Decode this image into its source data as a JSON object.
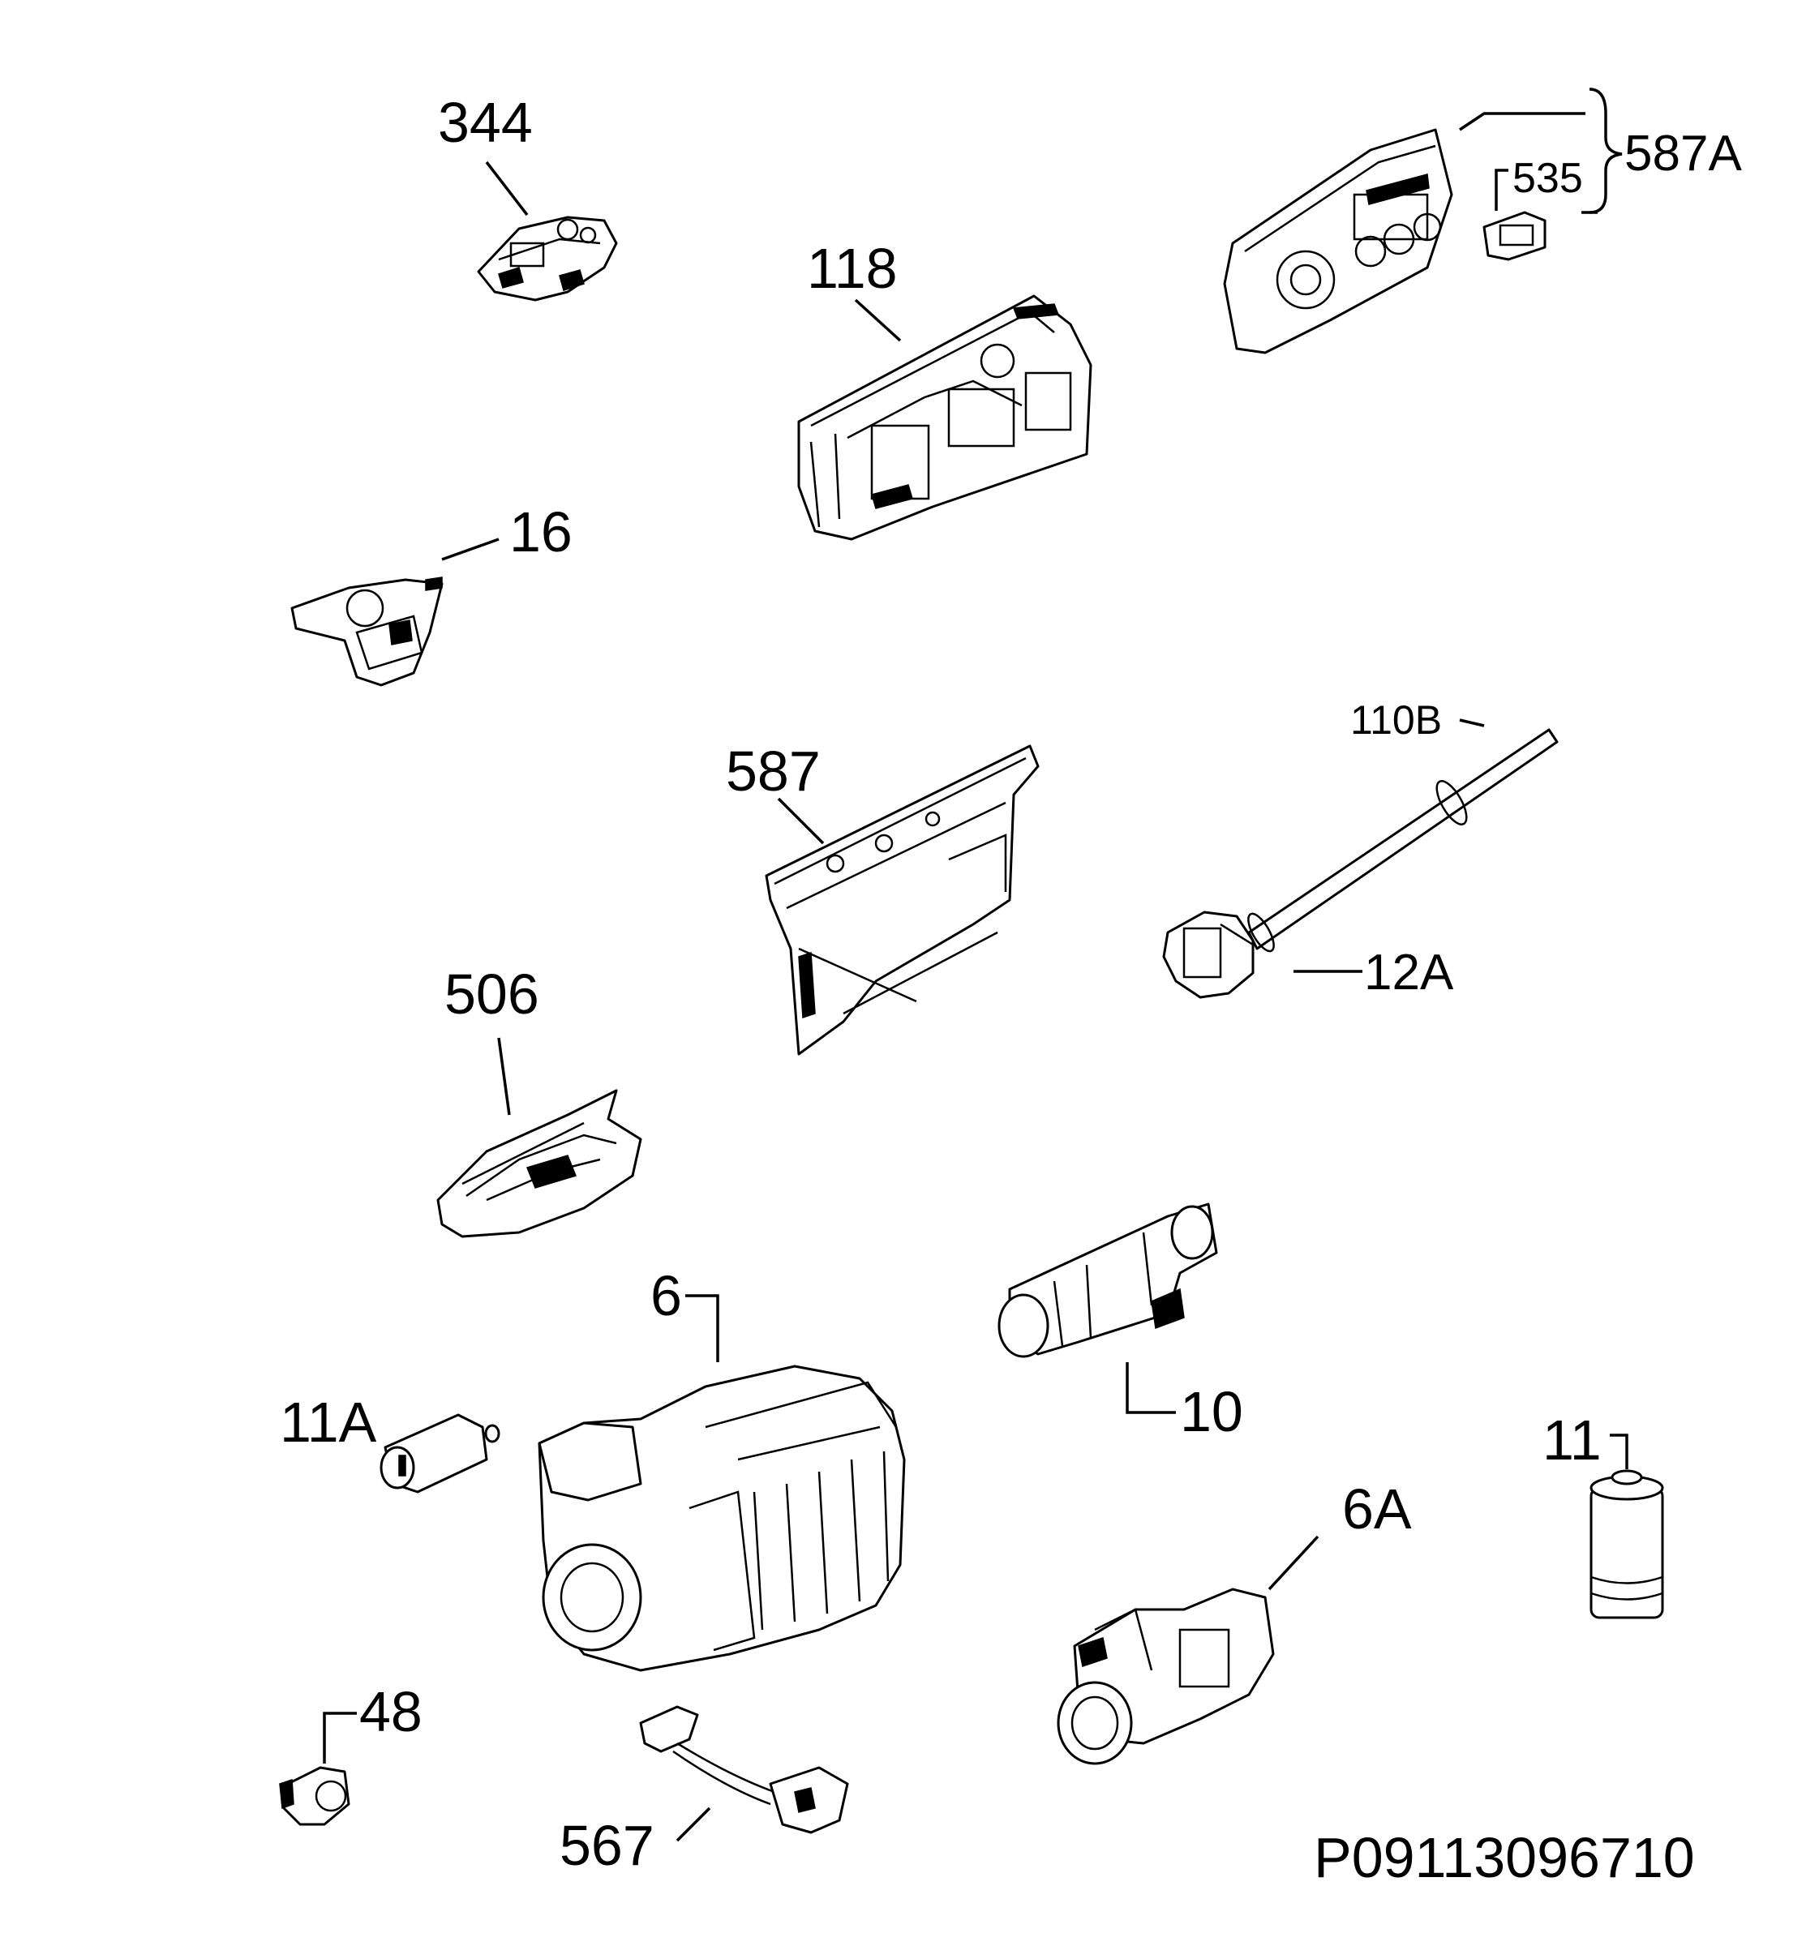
{
  "diagram": {
    "drawing_number": "P09113096710",
    "parts": [
      {
        "id": "344",
        "label": "344"
      },
      {
        "id": "118",
        "label": "118"
      },
      {
        "id": "587A",
        "label": "587A"
      },
      {
        "id": "535",
        "label": "535"
      },
      {
        "id": "16",
        "label": "16"
      },
      {
        "id": "110B",
        "label": "110B"
      },
      {
        "id": "587",
        "label": "587"
      },
      {
        "id": "12A",
        "label": "12A"
      },
      {
        "id": "506",
        "label": "506"
      },
      {
        "id": "6",
        "label": "6"
      },
      {
        "id": "10",
        "label": "10"
      },
      {
        "id": "11A",
        "label": "11A"
      },
      {
        "id": "11",
        "label": "11"
      },
      {
        "id": "6A",
        "label": "6A"
      },
      {
        "id": "48",
        "label": "48"
      },
      {
        "id": "567",
        "label": "567"
      }
    ]
  }
}
